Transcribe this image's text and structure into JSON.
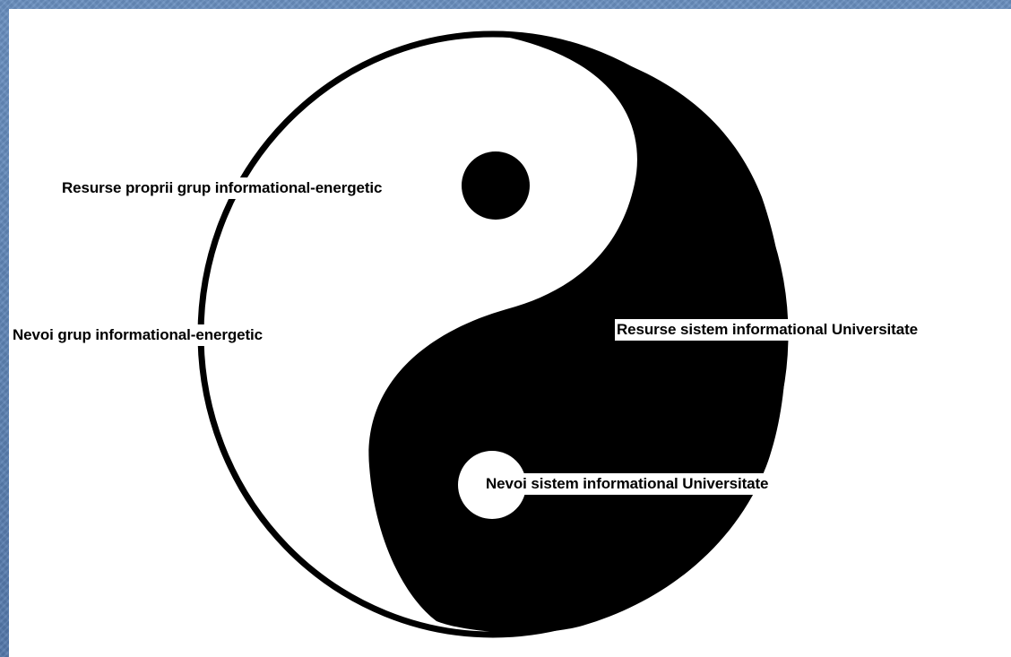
{
  "diagram": {
    "type": "yin-yang",
    "colors": {
      "background_border": "#5a82b4",
      "canvas": "#ffffff",
      "dark": "#000000",
      "light": "#ffffff"
    },
    "labels": {
      "resurse_grup": "Resurse proprii grup informational-energetic",
      "nevoi_grup": "Nevoi grup informational-energetic",
      "resurse_sistem": "Resurse sistem informational Universitate",
      "nevoi_sistem": "Nevoi sistem informational Universitate"
    }
  }
}
